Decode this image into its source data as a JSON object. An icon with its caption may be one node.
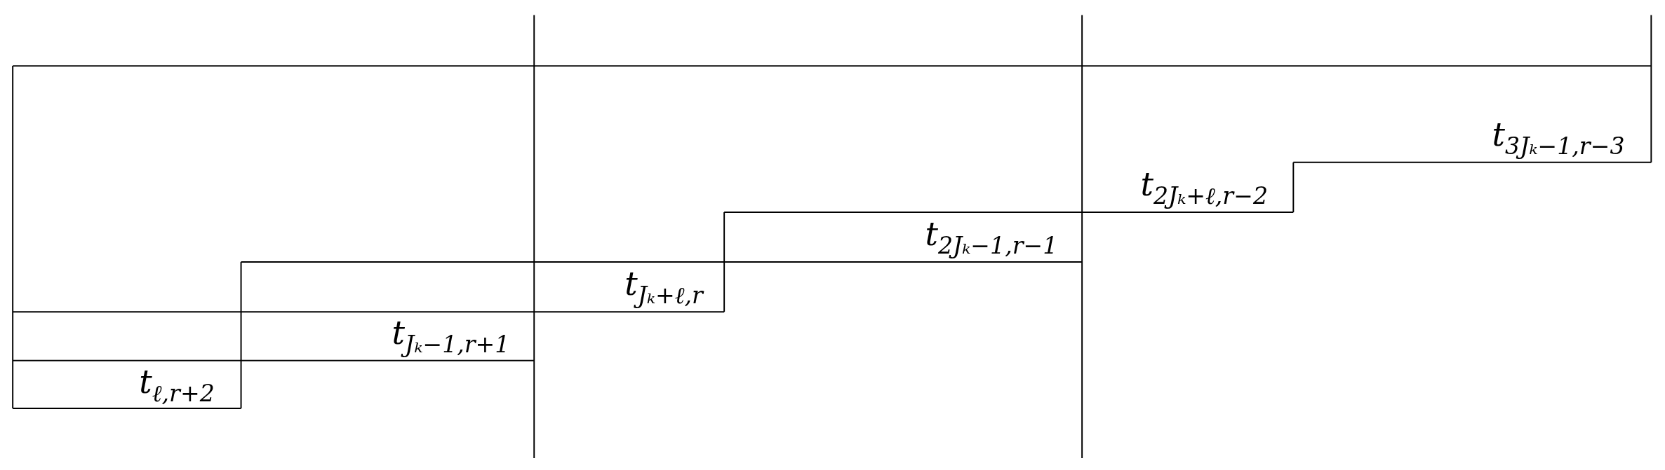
{
  "diagram": {
    "labels": [
      "t$_{ℓ,r+2}$",
      "t$_{Jₖ−1,r+1}$",
      "t$_{Jₖ+ℓ,r}$",
      "t$_{2Jₖ−1,r−1}$",
      "t$_{2Jₖ+ℓ,r−2}$",
      "t$_{3Jₖ−1,r−3}$"
    ]
  }
}
